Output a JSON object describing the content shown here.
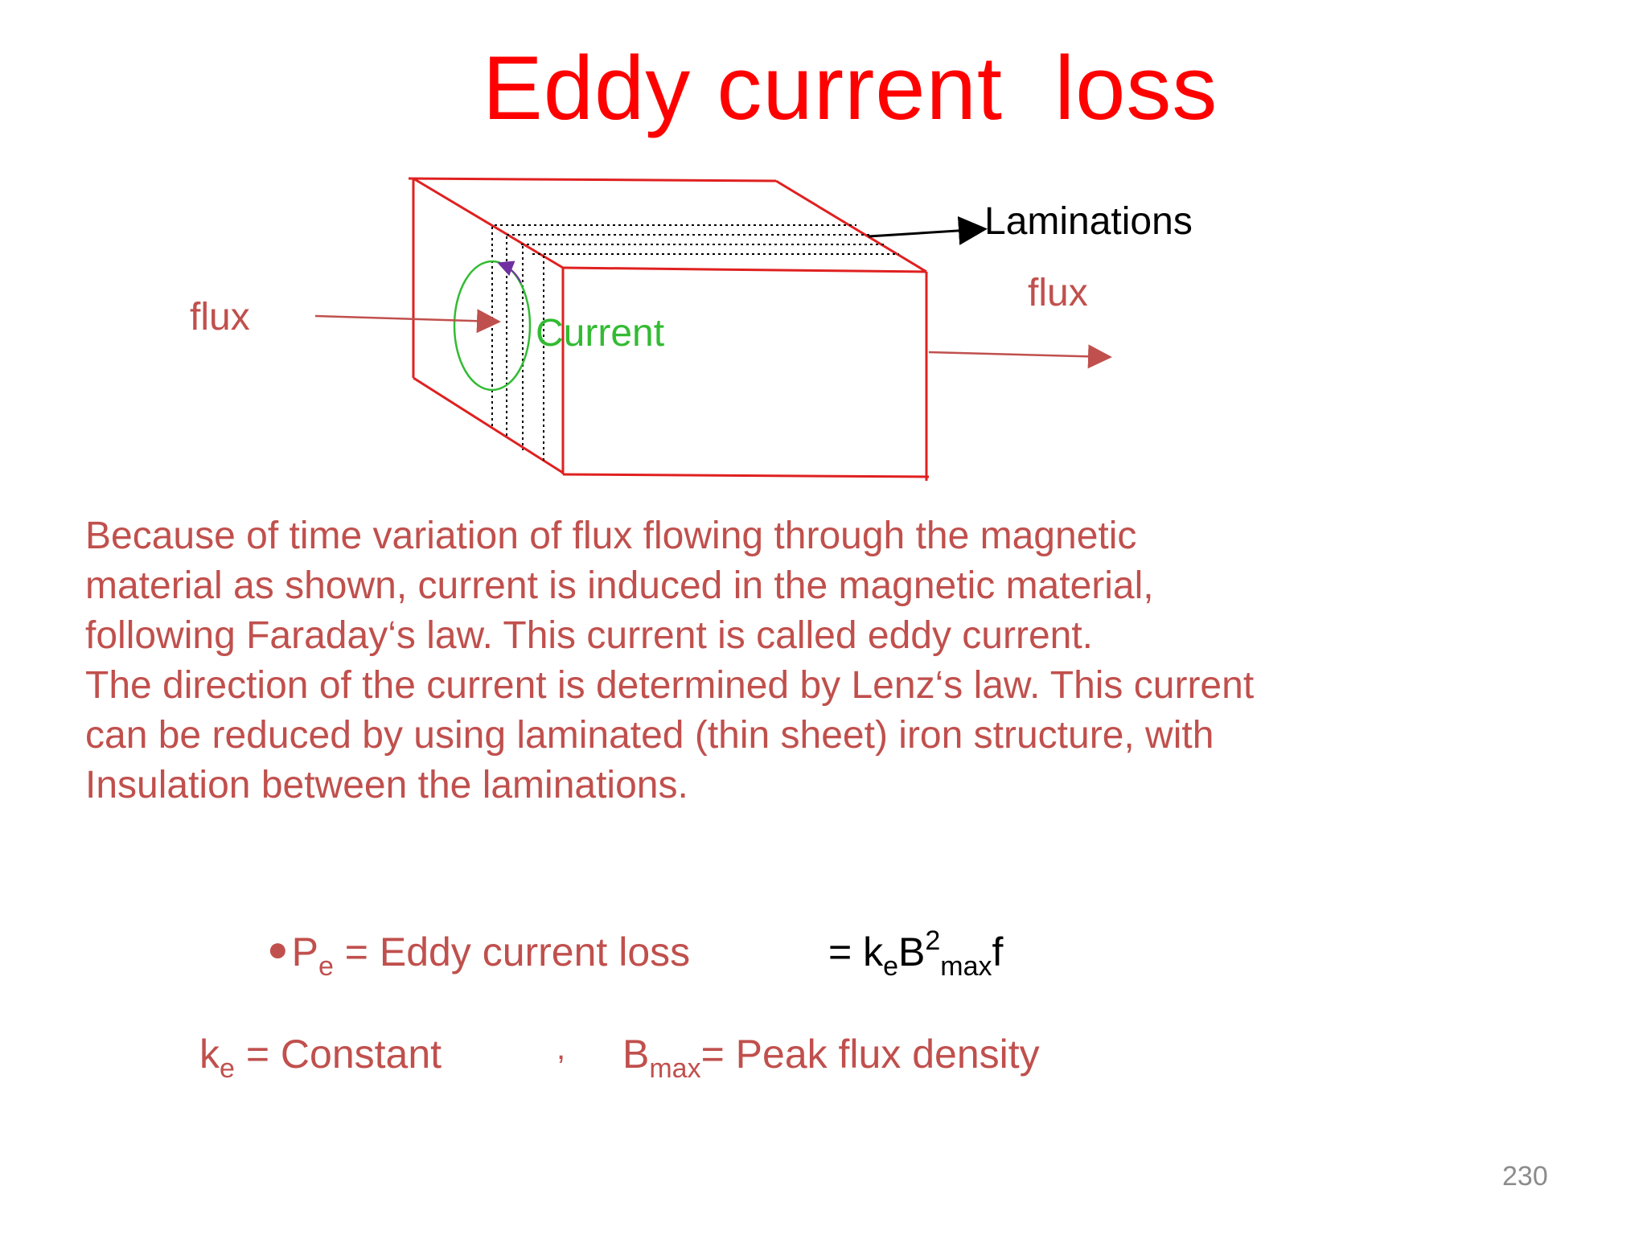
{
  "slide": {
    "title": "Eddy current  loss",
    "diagram": {
      "flux_left_label": "flux",
      "flux_right_label": "flux",
      "current_label": "Current",
      "laminations_label": "Laminations"
    },
    "paragraph": [
      "Because of time variation of flux flowing through the magnetic",
      "material as shown, current is induced in the magnetic material,",
      "following Faraday‘s law. This current is called eddy current.",
      "The direction of the current is determined by Lenz‘s law. This current",
      "can be reduced by using laminated (thin sheet) iron structure, with",
      "Insulation between the laminations."
    ],
    "bullet": {
      "symbol_main": "P",
      "symbol_sub": "e",
      "text": " = Eddy current loss"
    },
    "formula": {
      "prefix": "= k",
      "k_sub": "e",
      "b": "B",
      "b_sup": "2",
      "b_sub": "max",
      "suffix": "f"
    },
    "definitions": {
      "ke_main": "k",
      "ke_sub": "e",
      "ke_text": " = Constant",
      "separator": ",",
      "bmax_main": "B",
      "bmax_sub": "max",
      "bmax_text": "= Peak flux density"
    },
    "page_number": "230"
  },
  "colors": {
    "title": "#ff0000",
    "body_text": "#c0504d",
    "diagram_lines": "#e02020",
    "current_loop": "#33bb33",
    "formula_text": "#000000",
    "page_number": "#8c8c8c"
  }
}
